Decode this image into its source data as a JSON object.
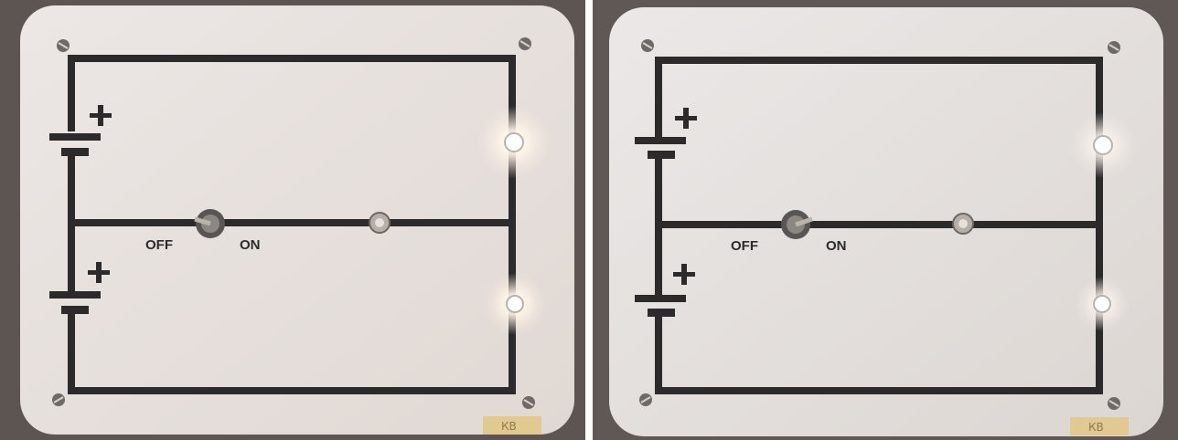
{
  "photos": [
    {
      "id_label": "left",
      "switch": {
        "off_label": "OFF",
        "on_label": "ON"
      },
      "tag_text": "КВ",
      "bulbs_lit": true
    },
    {
      "id_label": "right",
      "switch": {
        "off_label": "OFF",
        "on_label": "ON"
      },
      "tag_text": "КВ",
      "bulbs_lit": true
    }
  ],
  "colors": {
    "background_dark": "#5d5552",
    "board": "#e8e2df",
    "wire": "#2d2a2c",
    "tag": "#e2c98f"
  },
  "icons": [
    "battery-plus-icon",
    "screw-icon",
    "bulb-icon",
    "toggle-switch-icon"
  ]
}
